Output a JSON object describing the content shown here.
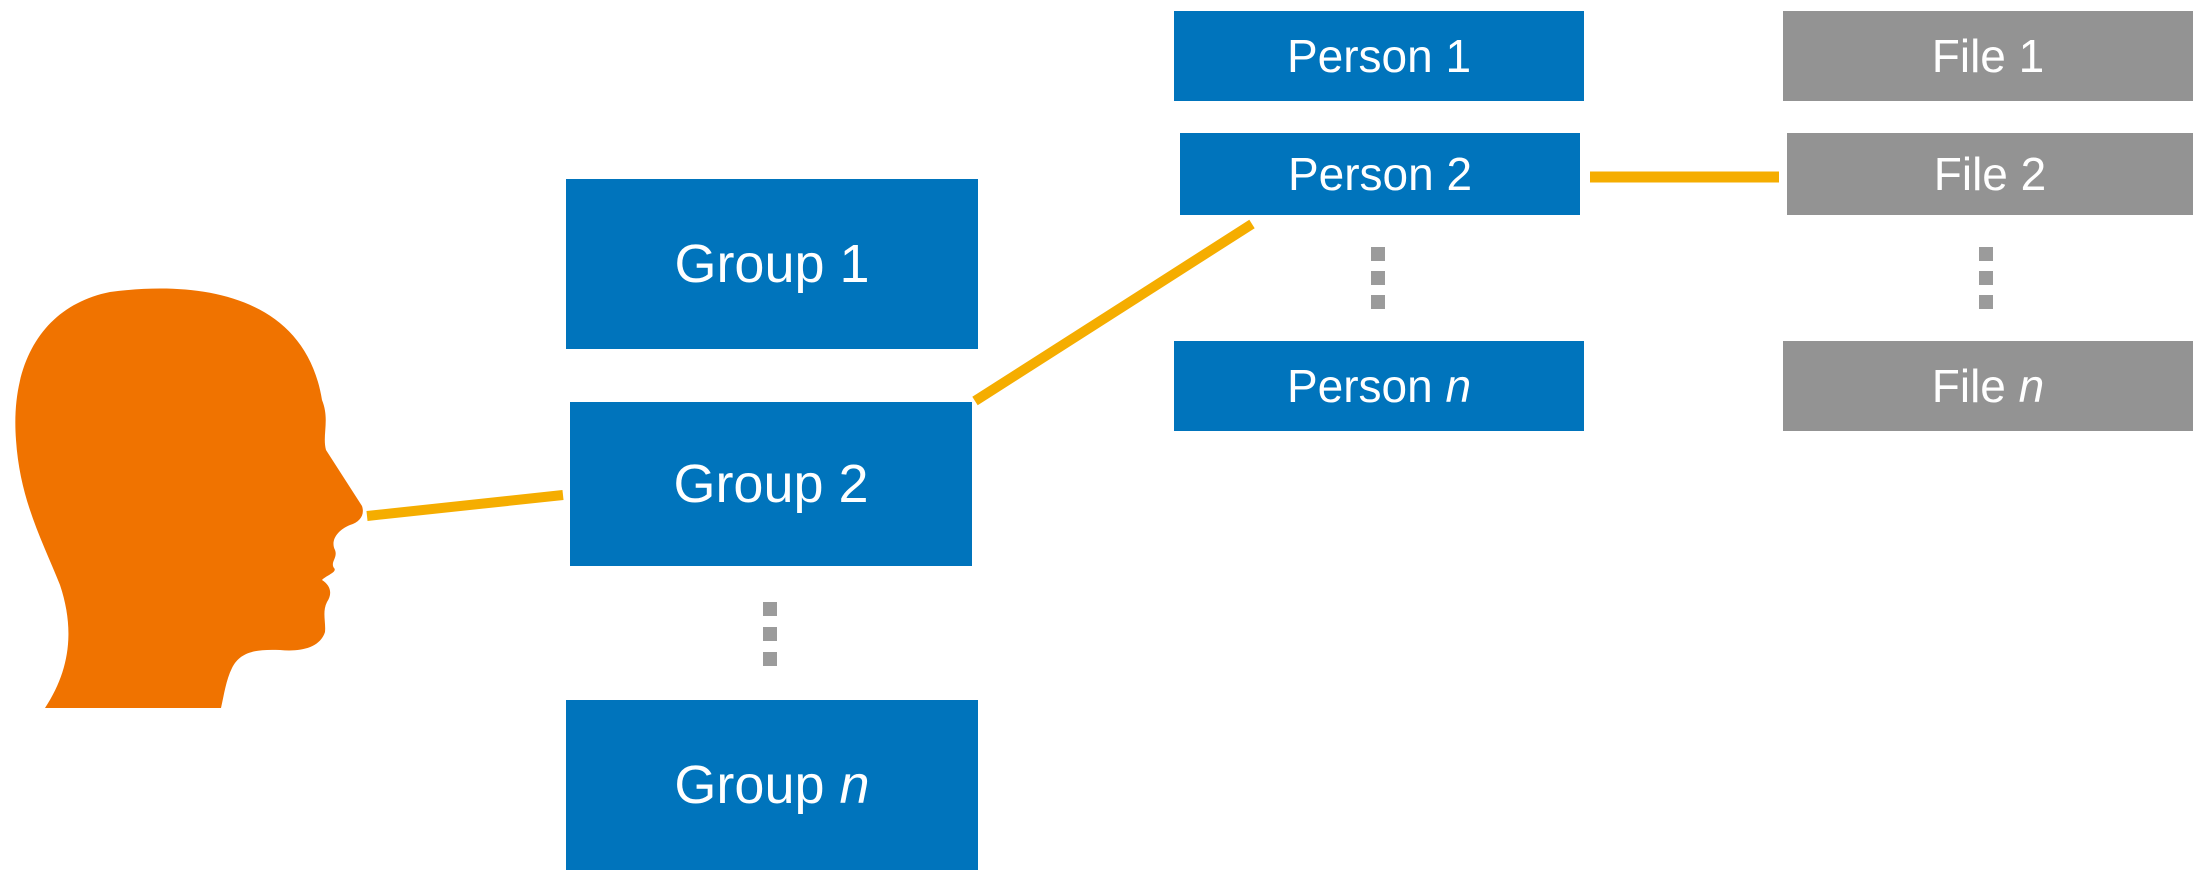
{
  "colors": {
    "group": "#0074bc",
    "person": "#0074bc",
    "file": "#939393",
    "connector": "#f5ad00",
    "head": "#f07300",
    "ellipsis": "#9b9b9b"
  },
  "user": {
    "icon": "head-silhouette-icon"
  },
  "groups": {
    "g1": "Group 1",
    "g2": "Group 2",
    "gn_prefix": "Group ",
    "gn_var": "n"
  },
  "persons": {
    "p1": "Person 1",
    "p2": "Person 2",
    "pn_prefix": "Person ",
    "pn_var": "n"
  },
  "files": {
    "f1": "File 1",
    "f2": "File 2",
    "fn_prefix": "File ",
    "fn_var": "n"
  }
}
